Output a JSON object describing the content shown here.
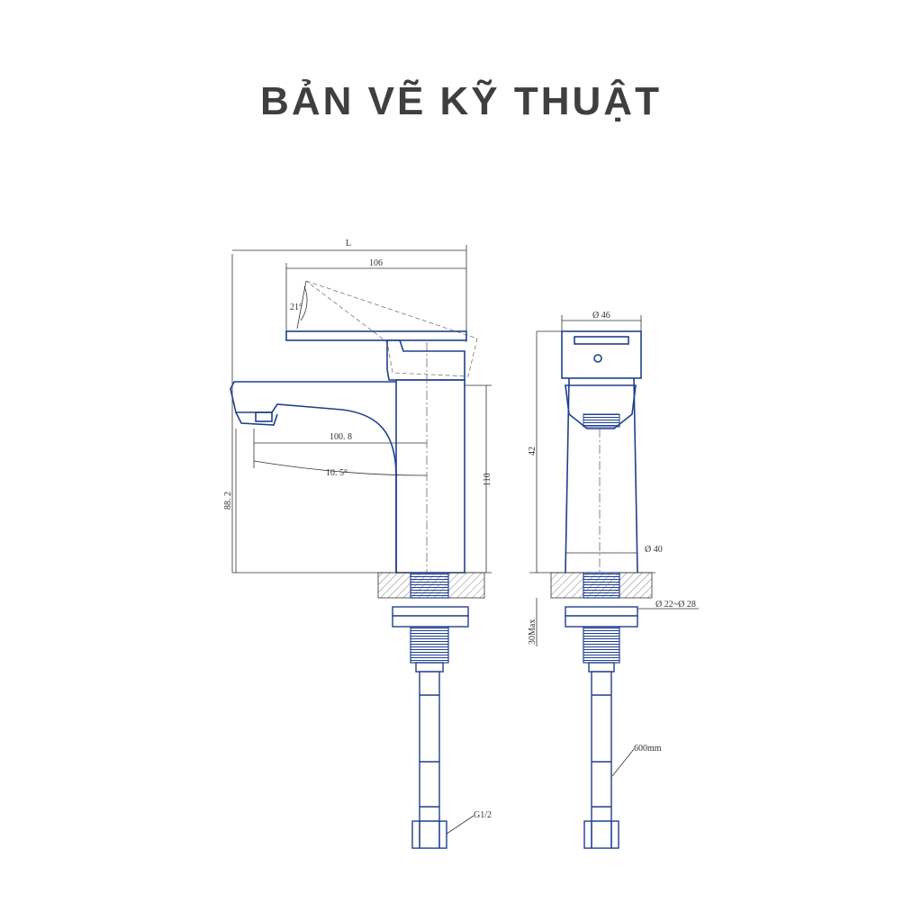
{
  "title": "BẢN VẼ KỸ THUẬT",
  "dimensions": {
    "L": "L",
    "d106": "106",
    "angle21": "21°",
    "d100_8": "100. 8",
    "angle10_5": "10. 5°",
    "d110": "110",
    "d88_2": "88. 2",
    "dia46": "Ø 46",
    "d42": "42",
    "dia40": "Ø 40",
    "dia22_28": "Ø 22~Ø 28",
    "d30max": "30Max",
    "d600": "600mm",
    "g12": "G1/2"
  },
  "colors": {
    "outline": "#1f3f8f",
    "dimension": "#333333",
    "title": "#3f3f3f"
  }
}
